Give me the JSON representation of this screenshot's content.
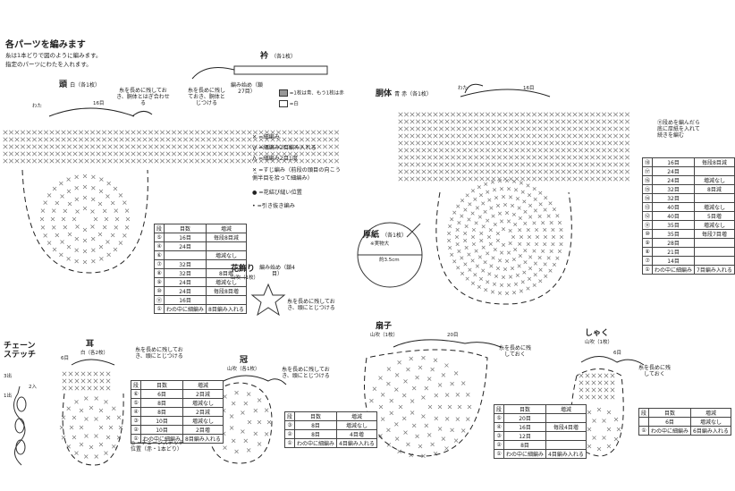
{
  "header": {
    "title": "各パーツを編みます",
    "line1": "糸は1本どりで図のように編みます。",
    "line2": "指定のパーツにわたを入れます。"
  },
  "head": {
    "label": "頭",
    "sub": "白（各1枚）",
    "wata": "わた",
    "count": "16目",
    "note": "糸を長めに残しておき、胴体とはぎ合わせる",
    "rows": [
      [
        "段",
        "目数",
        "増減"
      ],
      [
        "⑤",
        "16目",
        "毎段8目減"
      ],
      [
        "④",
        "24目",
        ""
      ],
      [
        "⑥",
        "",
        "増減なし"
      ],
      [
        "⑦",
        "32目",
        ""
      ],
      [
        "⑧",
        "32目",
        "8目増"
      ],
      [
        "⑨",
        "24目",
        "増減なし"
      ],
      [
        "⑩",
        "24目",
        "毎段8目増"
      ],
      [
        "⑪",
        "16目",
        ""
      ],
      [
        "①",
        "わの中に細編み",
        "8目編み入れる"
      ]
    ]
  },
  "collar": {
    "label": "衿",
    "sub": "（各1枚）",
    "start": "編み始め（鎖27目）",
    "note1": "糸を長めに残しておき、胴体とじつける",
    "legend1": "=1枚は青、もう1枚は赤",
    "legend2": "=白"
  },
  "legend": {
    "items": [
      "=細編み",
      "=細編み2目編み入れる",
      "=細編み2目1度",
      "=すじ編み（前段の頭目の向こう側半目を拾って細編み）",
      "=花結び縫い位置",
      "=引き抜き編み"
    ]
  },
  "flower": {
    "label": "花飾り",
    "sub": "山吹（1枚）",
    "start": "編み始め（鎖4目）",
    "note": "糸を長めに残しておき、頭にとじつける"
  },
  "body": {
    "label": "胴体",
    "sub": "青 赤（各1枚）",
    "wata": "わた",
    "count": "16目",
    "note": "⑪段めを編んだら底に厚紙を入れて続きを編む",
    "rows": [
      [
        "⑱",
        "16目",
        "毎段8目減"
      ],
      [
        "⑰",
        "24目",
        ""
      ],
      [
        "⑯",
        "24目",
        "増減なし"
      ],
      [
        "⑮",
        "32目",
        "8目減"
      ],
      [
        "⑭",
        "32目",
        ""
      ],
      [
        "⑬",
        "40目",
        "増減なし"
      ],
      [
        "⑫",
        "40目",
        "5目増"
      ],
      [
        "⑪",
        "35目",
        "増減なし"
      ],
      [
        "⑩",
        "35目",
        "毎段7目増"
      ],
      [
        "⑨",
        "28目",
        ""
      ],
      [
        "⑧",
        "21目",
        ""
      ],
      [
        "⑦",
        "14目",
        ""
      ],
      [
        "①",
        "わの中に細編み",
        "7目編み入れる"
      ]
    ]
  },
  "cardboard": {
    "label": "厚紙",
    "sub": "（各1枚）",
    "scale": "※実物大",
    "dim": "約3.5cm"
  },
  "chain": {
    "label": "チェーンステッチ",
    "l1": "3出",
    "l2": "2入",
    "l3": "1出"
  },
  "ear": {
    "label": "耳",
    "sub": "白（各2枚）",
    "count": "6目",
    "note": "糸を長めに残しておき、頭にとじつける",
    "rows": [
      [
        "段",
        "目数",
        "増減"
      ],
      [
        "⑥",
        "6目",
        "2目減"
      ],
      [
        "⑤",
        "8目",
        "増減なし"
      ],
      [
        "④",
        "8目",
        "2目減"
      ],
      [
        "③",
        "10目",
        "増減なし"
      ],
      [
        "②",
        "10目",
        "2目増"
      ],
      [
        "①",
        "わの中に細編み",
        "8目編み入れる"
      ]
    ],
    "legend": "=チェーンステッチ位置（赤・1本どり）"
  },
  "crown": {
    "label": "冠",
    "sub": "山吹（各1枚）",
    "note": "糸を長めに残しておき、頭にとじつける",
    "rows": [
      [
        "段",
        "目数",
        "増減"
      ],
      [
        "③",
        "8目",
        "増減なし"
      ],
      [
        "②",
        "8目",
        "4目増"
      ],
      [
        "①",
        "わの中に細編み",
        "4目編み入れる"
      ]
    ]
  },
  "fan": {
    "label": "扇子",
    "sub": "山吹（1枚）",
    "count": "20目",
    "note": "糸を長めに残しておく",
    "rows": [
      [
        "段",
        "目数",
        "増減"
      ],
      [
        "⑤",
        "20目",
        ""
      ],
      [
        "④",
        "16目",
        "毎段4目増"
      ],
      [
        "③",
        "12目",
        ""
      ],
      [
        "②",
        "8目",
        ""
      ],
      [
        "①",
        "わの中に細編み",
        "4目編み入れる"
      ]
    ]
  },
  "shaku": {
    "label": "しゃく",
    "sub": "山吹（1枚）",
    "count": "6目",
    "note": "糸を長めに残しておく",
    "rows": [
      [
        "段",
        "目数",
        "増減"
      ],
      [
        "",
        "6目",
        "増減なし"
      ],
      [
        "①",
        "わの中に細編み",
        "6目編み入れる"
      ]
    ]
  }
}
